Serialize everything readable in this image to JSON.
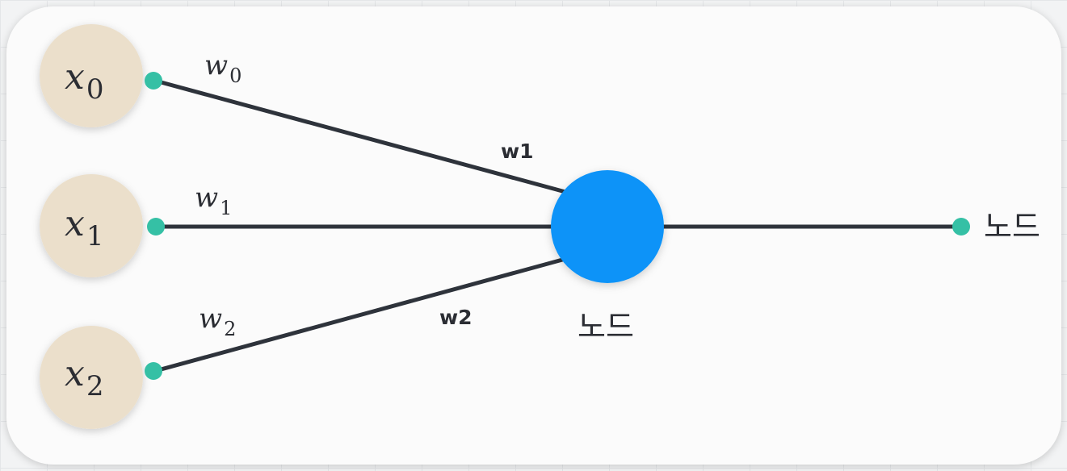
{
  "inputs": [
    {
      "symbol": "x",
      "subscript": "0"
    },
    {
      "symbol": "x",
      "subscript": "1"
    },
    {
      "symbol": "x",
      "subscript": "2"
    }
  ],
  "input_weights": [
    {
      "symbol": "w",
      "subscript": "0"
    },
    {
      "symbol": "w",
      "subscript": "1"
    },
    {
      "symbol": "w",
      "subscript": "2"
    }
  ],
  "edge_weights": [
    "w1",
    "w2"
  ],
  "node": {
    "label": "노드"
  },
  "output": {
    "label": "노드"
  },
  "colors": {
    "input_circle": "#ebdfcb",
    "connector_dot": "#35c0a5",
    "node_circle": "#0a93f8",
    "edge": "#2e333b"
  }
}
